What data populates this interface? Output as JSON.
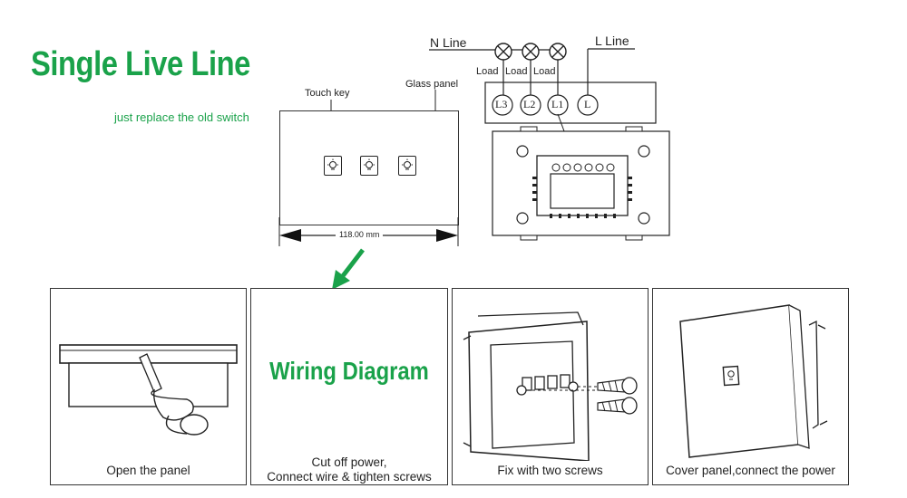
{
  "header": {
    "title": "Single Live Line",
    "subtitle": "just replace the old switch"
  },
  "front_view": {
    "touch_key_label": "Touch key",
    "glass_panel_label": "Glass  panel",
    "dimension": "118.00 mm"
  },
  "wiring": {
    "n_line": "N  Line",
    "l_line": "L  Line",
    "load_labels": [
      "Load",
      "Load",
      "Load"
    ],
    "terminals": [
      "L3",
      "L2",
      "L1",
      "L"
    ]
  },
  "steps": [
    {
      "caption": "Open the panel"
    },
    {
      "title": "Wiring Diagram",
      "caption_line1": "Cut off power,",
      "caption_line2": "Connect wire & tighten screws"
    },
    {
      "caption": "Fix with two screws"
    },
    {
      "caption": "Cover panel,connect the power"
    }
  ],
  "colors": {
    "accent": "#1aa24a",
    "line": "#222222"
  }
}
